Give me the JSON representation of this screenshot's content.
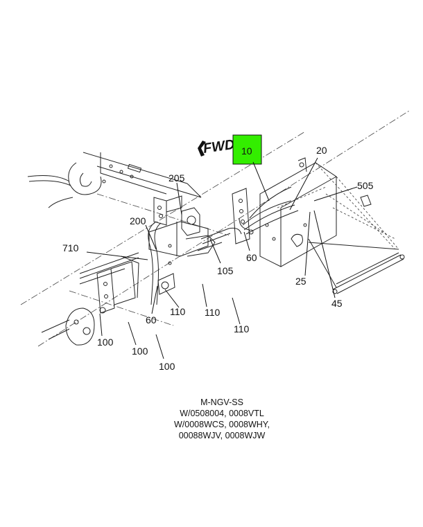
{
  "fwd_label": "FWD",
  "highlight": {
    "label": "10",
    "color": "#33ee00"
  },
  "callouts": {
    "c20": "20",
    "c505": "505",
    "c205": "205",
    "c200": "200",
    "c710": "710",
    "c105": "105",
    "c60a": "60",
    "c25": "25",
    "c45": "45",
    "c60b": "60",
    "c110a": "110",
    "c110b": "110",
    "c110c": "110",
    "c100a": "100",
    "c100b": "100",
    "c100c": "100"
  },
  "caption": {
    "line1": "M-NGV-SS",
    "line2": "W/0508004, 0008VTL",
    "line3": "W/0008WCS, 0008WHY,",
    "line4": "00088WJV, 0008WJW"
  }
}
